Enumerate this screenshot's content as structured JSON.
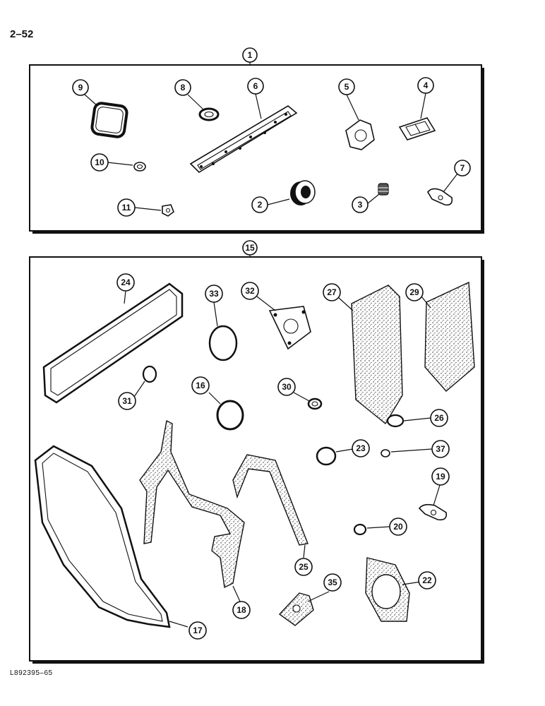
{
  "page_number": "2–52",
  "figure_code": "L892395–65",
  "kits": [
    {
      "id": "kit-upper",
      "label": "1"
    },
    {
      "id": "kit-lower",
      "label": "15"
    }
  ],
  "callouts": [
    "9",
    "8",
    "6",
    "5",
    "4",
    "10",
    "7",
    "11",
    "2",
    "3",
    "24",
    "33",
    "32",
    "27",
    "29",
    "31",
    "16",
    "30",
    "26",
    "23",
    "37",
    "19",
    "20",
    "25",
    "18",
    "17",
    "35",
    "22"
  ]
}
